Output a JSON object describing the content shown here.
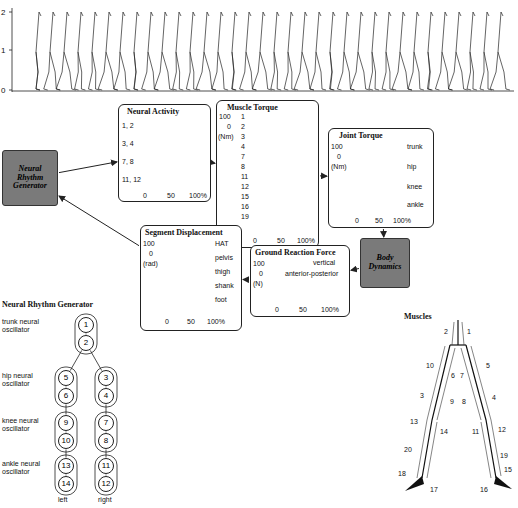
{
  "diagram": {
    "nodes": [
      {
        "text": [
          "Neural Rhythm Generator"
        ]
      },
      {
        "text": [
          "Neural Activity",
          "1, 2",
          "3, 4",
          "7, 8",
          "11, 12",
          "0",
          "50",
          "100%"
        ]
      },
      {
        "text": [
          "Muscle Torque",
          "100",
          "0",
          "(Nm)",
          "1",
          "2",
          "3",
          "4",
          "7",
          "8",
          "11",
          "12",
          "15",
          "16",
          "19",
          "0",
          "50",
          "100%"
        ]
      },
      {
        "text": [
          "Joint Torque",
          "100",
          "0",
          "(Nm)",
          "trunk",
          "hip",
          "knee",
          "ankle",
          "0",
          "50",
          "100%"
        ]
      },
      {
        "text": [
          "Body Dynamics"
        ]
      },
      {
        "text": [
          "Ground Reaction Force",
          "100",
          "0",
          "(N)",
          "vertical",
          "anterior-posterior",
          "0",
          "50",
          "100%"
        ]
      },
      {
        "text": [
          "Segment Displacement",
          "100",
          "0",
          "(rad)",
          "HAT",
          "pelvis",
          "thigh",
          "shank",
          "foot",
          "0",
          "50",
          "100%"
        ]
      },
      {
        "text": [
          "1"
        ]
      },
      {
        "text": [
          "2"
        ]
      },
      {
        "text": [
          "5"
        ]
      },
      {
        "text": [
          "6"
        ]
      },
      {
        "text": [
          "3"
        ]
      },
      {
        "text": [
          "4"
        ]
      },
      {
        "text": [
          "9"
        ]
      },
      {
        "text": [
          "10"
        ]
      },
      {
        "text": [
          "7"
        ]
      },
      {
        "text": [
          "8"
        ]
      },
      {
        "text": [
          "13"
        ]
      },
      {
        "text": [
          "14"
        ]
      },
      {
        "text": [
          "11"
        ]
      },
      {
        "text": [
          "12"
        ]
      }
    ],
    "edges": [
      {
        "from": 0,
        "to": 1,
        "arrow": "to"
      },
      {
        "from": 1,
        "to": 2,
        "arrow": "to"
      },
      {
        "from": 2,
        "to": 3,
        "arrow": "to"
      },
      {
        "from": 3,
        "to": 4,
        "arrow": "to"
      },
      {
        "from": 4,
        "to": 5,
        "arrow": "to"
      },
      {
        "from": 5,
        "to": 6,
        "arrow": "to"
      },
      {
        "from": 6,
        "to": 0,
        "arrow": "to"
      },
      {
        "from": 7,
        "to": 8,
        "arrow": "none"
      },
      {
        "from": 9,
        "to": 10,
        "arrow": "none"
      },
      {
        "from": 11,
        "to": 12,
        "arrow": "none"
      },
      {
        "from": 13,
        "to": 14,
        "arrow": "none"
      },
      {
        "from": 15,
        "to": 16,
        "arrow": "none"
      },
      {
        "from": 17,
        "to": 18,
        "arrow": "none"
      },
      {
        "from": 19,
        "to": 20,
        "arrow": "none"
      },
      {
        "from": 8,
        "to": 9,
        "arrow": "none"
      },
      {
        "from": 8,
        "to": 11,
        "arrow": "none"
      },
      {
        "from": 10,
        "to": 13,
        "arrow": "none"
      },
      {
        "from": 12,
        "to": 15,
        "arrow": "none"
      },
      {
        "from": 14,
        "to": 17,
        "arrow": "none"
      },
      {
        "from": 16,
        "to": 19,
        "arrow": "none"
      }
    ],
    "labels": [
      "2",
      "1",
      "0",
      "Neural Rhythm Generator",
      "trunk neural oscillator",
      "hip neural oscillator",
      "knee neural oscillator",
      "ankle neural oscillator",
      "left",
      "right",
      "Muscles",
      "2",
      "1",
      "10",
      "6",
      "7",
      "5",
      "3",
      "9",
      "8",
      "4",
      "13",
      "14",
      "11",
      "12",
      "20",
      "19",
      "18",
      "17",
      "16",
      "15"
    ]
  }
}
